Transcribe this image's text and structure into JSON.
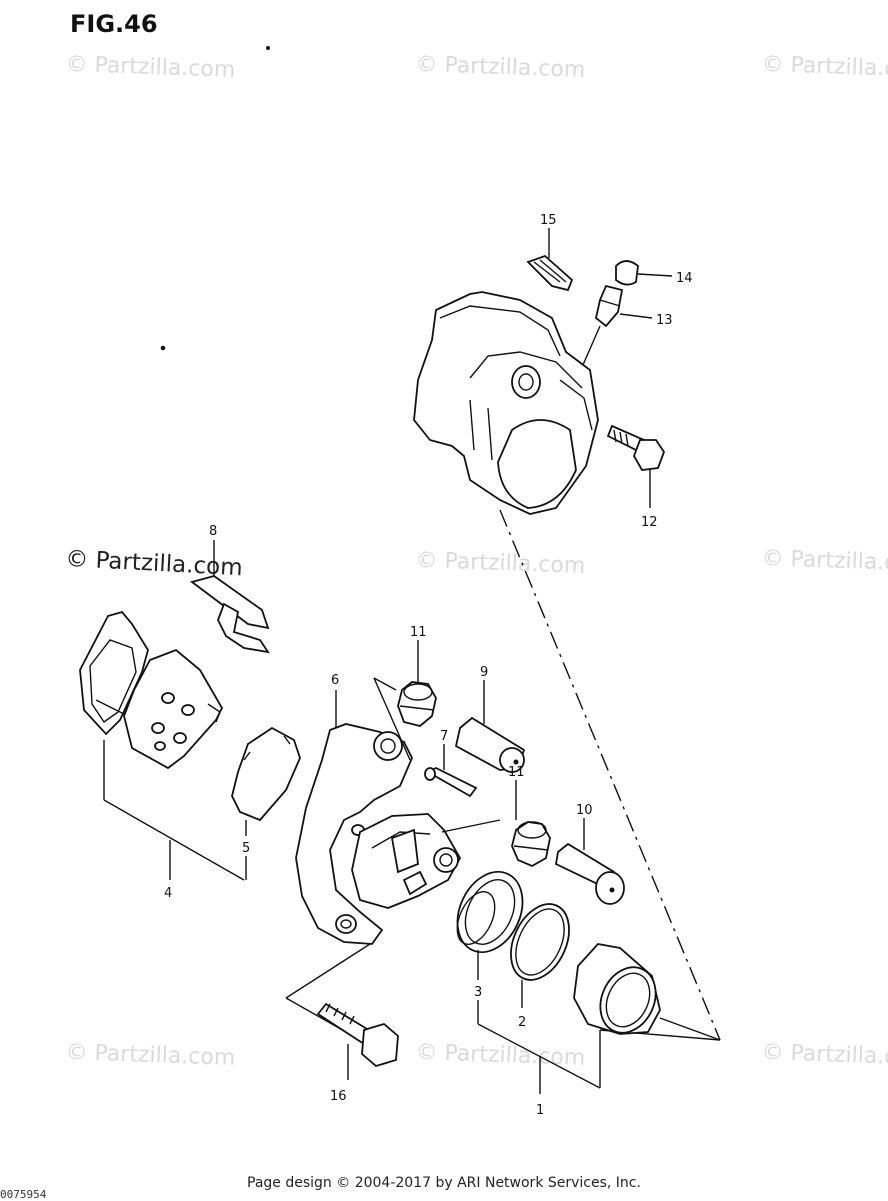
{
  "figure_title": "FIG.46",
  "watermarks": [
    "© Partzilla.com",
    "© Partzilla.com",
    "© Partzilla.com",
    "© Partzilla.com",
    "© Partzilla.com",
    "© Partzilla.com",
    "© Partzilla.com",
    "© Partzilla.com",
    "© Partzilla.com"
  ],
  "callouts": {
    "c1": "1",
    "c2": "2",
    "c3": "3",
    "c4": "4",
    "c5": "5",
    "c6": "6",
    "c7": "7",
    "c8": "8",
    "c9": "9",
    "c10": "10",
    "c11a": "11",
    "c11b": "11",
    "c12": "12",
    "c13": "13",
    "c14": "14",
    "c15": "15",
    "c16": "16"
  },
  "footer": "Page design © 2004-2017 by ARI Network Services, Inc.",
  "corner_code": "0075954"
}
